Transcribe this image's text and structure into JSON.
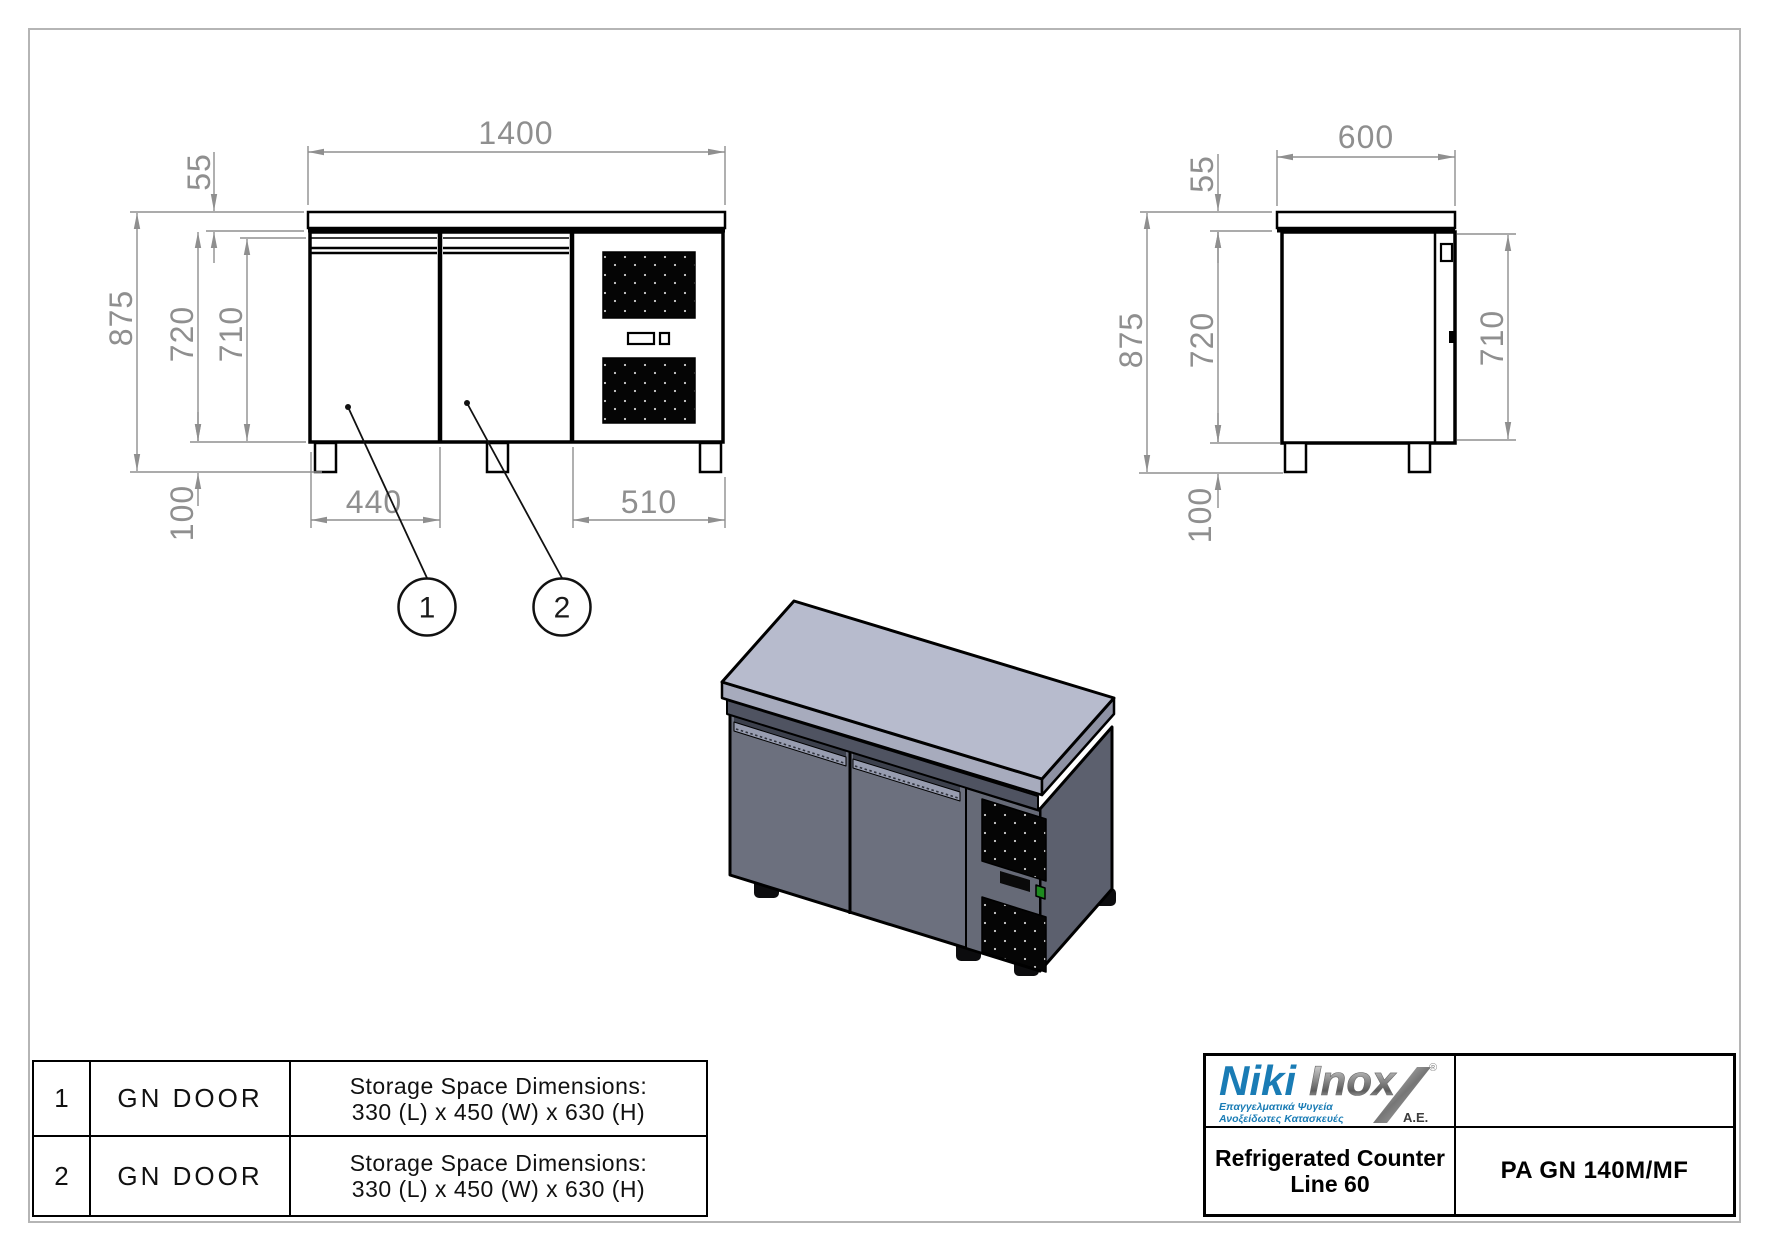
{
  "front_view": {
    "dim_width": "1400",
    "dim_top_thickness": "55",
    "dim_total_height": "875",
    "dim_body_height": "720",
    "dim_door_height": "710",
    "dim_leg_height": "100",
    "dim_door_width": "440",
    "dim_compressor_width": "510",
    "callout_1": "1",
    "callout_2": "2"
  },
  "side_view": {
    "dim_width": "600",
    "dim_top_thickness": "55",
    "dim_total_height": "875",
    "dim_body_height": "720",
    "dim_door_height": "710",
    "dim_leg_height": "100"
  },
  "parts_table": {
    "rows": [
      {
        "no": "1",
        "name": "GN DOOR",
        "spec_title": "Storage Space Dimensions:",
        "spec_value": "330 (L) x 450 (W) x 630 (H)"
      },
      {
        "no": "2",
        "name": "GN DOOR",
        "spec_title": "Storage Space Dimensions:",
        "spec_value": "330 (L) x 450 (W) x 630 (H)"
      }
    ]
  },
  "title_block": {
    "brand_niki": "Niki",
    "brand_inox": "Inox",
    "brand_reg": "®",
    "brand_tagline_1": "Επαγγελματικά Ψυγεία",
    "brand_tagline_2": "Ανοξείδωτες Κατασκευές",
    "brand_suffix": "Α.Ε.",
    "product_name_line1": "Refrigerated Counter",
    "product_name_line2": "Line 60",
    "model_code": "PA GN 140M/MF"
  },
  "colors": {
    "logo_blue": "#1a7cb5",
    "led_green": "#1d8a1f",
    "dim_gray": "#8f8f8f",
    "iso_top_surface": "#b7bbcd",
    "iso_cabinet_front": "#6c707e",
    "iso_cabinet_side": "#5c606e"
  }
}
